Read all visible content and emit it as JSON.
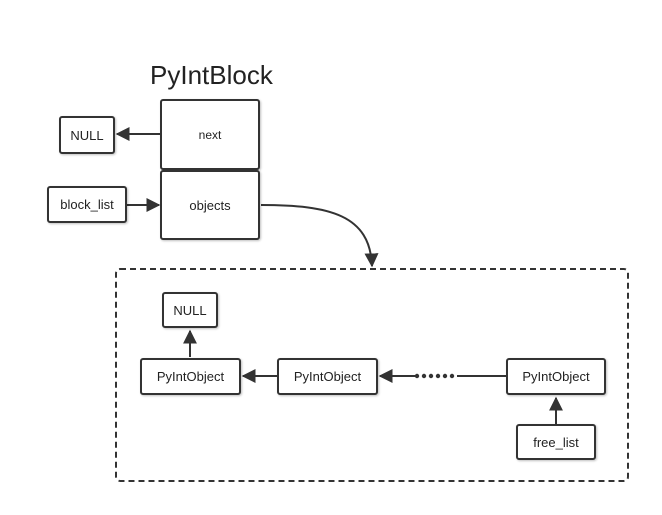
{
  "title": "PyIntBlock",
  "block": {
    "next_label": "next",
    "objects_label": "objects"
  },
  "null_top": "NULL",
  "block_list": "block_list",
  "pool": {
    "null_label": "NULL",
    "objects": [
      "PyIntObject",
      "PyIntObject",
      "PyIntObject"
    ],
    "free_list": "free_list"
  },
  "colors": {
    "stroke": "#333333",
    "text": "#222222",
    "background": "#ffffff"
  }
}
